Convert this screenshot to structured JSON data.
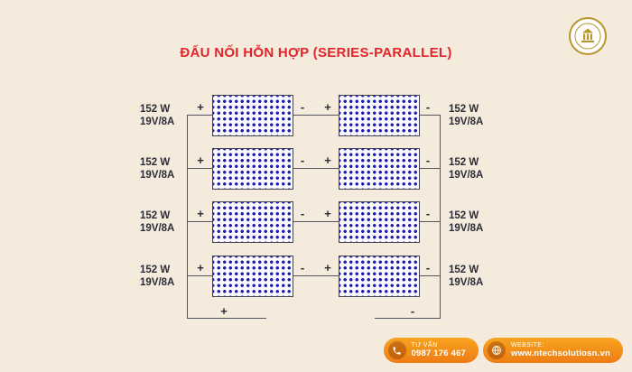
{
  "title": "ĐẤU NỐI HỖN HỢP (SERIES-PARALLEL)",
  "colors": {
    "background": "#f4ebdc",
    "title_red": "#e4242b",
    "wire": "#53535c",
    "panel_cell_blue": "#1e1bb2",
    "footer_orange_light": "#f7a41f",
    "footer_orange_dark": "#ee7c15",
    "logo_gold": "#b8962e"
  },
  "rows": [
    {
      "left_power": "152 W",
      "left_spec": "19V/8A",
      "right_power": "152 W",
      "right_spec": "19V/8A",
      "sign_outer_left": "+",
      "sign_inner_left": "-",
      "sign_inner_right": "+",
      "sign_outer_right": "-"
    },
    {
      "left_power": "152 W",
      "left_spec": "19V/8A",
      "right_power": "152 W",
      "right_spec": "19V/8A",
      "sign_outer_left": "+",
      "sign_inner_left": "-",
      "sign_inner_right": "+",
      "sign_outer_right": "-"
    },
    {
      "left_power": "152 W",
      "left_spec": "19V/8A",
      "right_power": "152 W",
      "right_spec": "19V/8A",
      "sign_outer_left": "+",
      "sign_inner_left": "-",
      "sign_inner_right": "+",
      "sign_outer_right": "-"
    },
    {
      "left_power": "152 W",
      "left_spec": "19V/8A",
      "right_power": "152 W",
      "right_spec": "19V/8A",
      "sign_outer_left": "+",
      "sign_inner_left": "-",
      "sign_inner_right": "+",
      "sign_outer_right": "-"
    }
  ],
  "output": {
    "positive_label": "+",
    "negative_label": "-"
  },
  "footer": {
    "contact_label": "TƯ VẤN",
    "contact_phone": "0987 176 467",
    "website_label": "WEBSITE:",
    "website_url": "www.ntechsolutiosn.vn"
  },
  "icons": {
    "logo": "company-logo",
    "phone": "phone-icon",
    "globe": "globe-icon"
  }
}
